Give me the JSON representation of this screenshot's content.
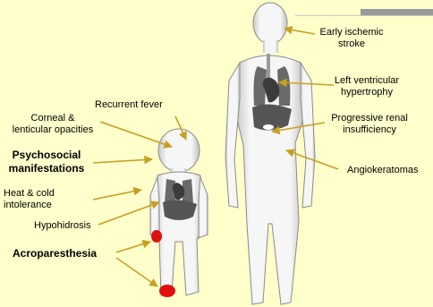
{
  "labels": {
    "early_ischemic_stroke": "Early ischemic\nstroke",
    "left_ventricular_hypertrophy": "Left ventricular\nhypertrophy",
    "progressive_renal_insufficiency": "Progressive renal\ninsufficiency",
    "angiokeratomas": "Angiokeratomas",
    "recurrent_fever": "Recurrent fever",
    "corneal_opacities": "Corneal &\nlenticular opacities",
    "psychosocial": "Psychosocial\nmanifestations",
    "heat_cold": "Heat & cold\nintolerance",
    "hypohidrosis": "Hypohidrosis",
    "acroparesthesia": "Acroparesthesia"
  },
  "colors": {
    "background": "#ffffcc",
    "arrow": "#c8a020",
    "pain_highlight": "#e01010",
    "body_fill": "#f4f4f4",
    "body_outline": "#808080",
    "organ_dark": "#4a4a4a",
    "organ_light": "#9a9a9a"
  }
}
